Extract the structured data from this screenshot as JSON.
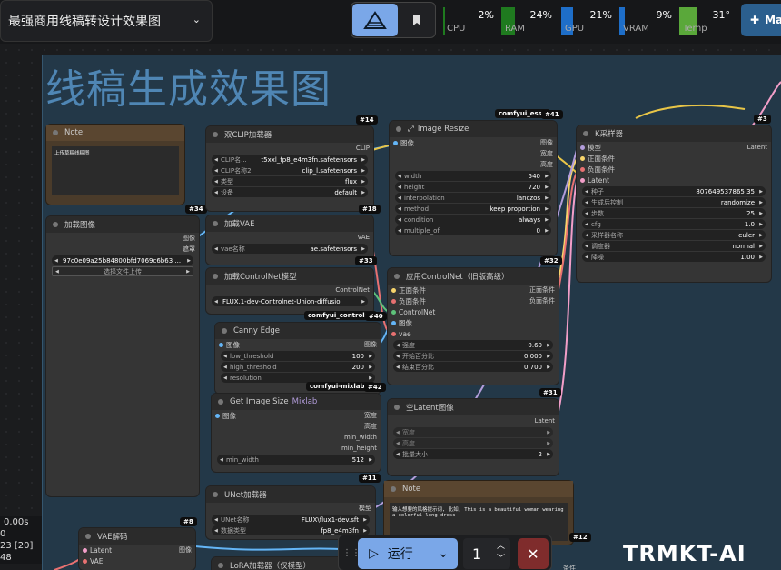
{
  "workflow": {
    "title": "最强商用线稿转设计效果图"
  },
  "monitor": [
    {
      "label": "CPU",
      "pct": "2%",
      "color": "#1f7a1f"
    },
    {
      "label": "RAM",
      "pct": "24%",
      "color": "#1f7a1f"
    },
    {
      "label": "GPU",
      "pct": "21%",
      "color": "#1e6ec8"
    },
    {
      "label": "VRAM",
      "pct": "9%",
      "color": "#1e6ec8"
    },
    {
      "label": "Temp",
      "pct": "31°",
      "color": "#5aa83a"
    }
  ],
  "monitor_levels": {
    "CPU": 0.02,
    "RAM": 0.24,
    "GPU": 0.21,
    "VRAM": 0.09,
    "Temp": 0.31
  },
  "manager_label": "Ma",
  "group_title": "线稿生成效果图",
  "nodes": {
    "note1": {
      "title": "Note",
      "text": "上传草稿线稿图",
      "badge": "#34"
    },
    "dualclip": {
      "title": "双CLIP加载器",
      "badge": "#14",
      "out": "CLIP",
      "w": [
        {
          "l": "CLIP名...",
          "v": "t5xxl_fp8_e4m3fn.safetensors"
        },
        {
          "l": "CLIP名称2",
          "v": "clip_l.safetensors"
        },
        {
          "l": "类型",
          "v": "flux"
        },
        {
          "l": "设备",
          "v": "default"
        }
      ]
    },
    "resize": {
      "title": "Image Resize",
      "tag": "comfyui_esse",
      "badge": "#41",
      "in": "图像",
      "outs": [
        "图像",
        "宽度",
        "高度"
      ],
      "w": [
        {
          "l": "width",
          "v": "540"
        },
        {
          "l": "height",
          "v": "720"
        },
        {
          "l": "interpolation",
          "v": "lanczos"
        },
        {
          "l": "method",
          "v": "keep proportion"
        },
        {
          "l": "condition",
          "v": "always"
        },
        {
          "l": "multiple_of",
          "v": "0"
        }
      ],
      "badge2": "#32"
    },
    "ksampler": {
      "title": "K采样器",
      "badge": "#3",
      "ins": [
        "模型",
        "正面条件",
        "负面条件",
        "Latent"
      ],
      "out": "Latent",
      "w": [
        {
          "l": "种子",
          "v": "807649537865 35"
        },
        {
          "l": "生成后控制",
          "v": "randomize"
        },
        {
          "l": "步数",
          "v": "25"
        },
        {
          "l": "cfg",
          "v": "1.0"
        },
        {
          "l": "采样器名称",
          "v": "euler"
        },
        {
          "l": "调度器",
          "v": "normal"
        },
        {
          "l": "降噪",
          "v": "1.00"
        }
      ]
    },
    "loadimg": {
      "title": "加载图像",
      "outs": [
        "图像",
        "遮罩"
      ],
      "file": "97c0e09a25b84800bfd7069c6b63 ...",
      "upload": "选择文件上传"
    },
    "vae": {
      "title": "加载VAE",
      "badge": "#18",
      "out": "VAE",
      "w": [
        {
          "l": "vae名称",
          "v": "ae.safetensors"
        }
      ],
      "badge2": "#33"
    },
    "cnload": {
      "title": "加载ControlNet模型",
      "out": "ControlNet",
      "w": [
        {
          "l": "",
          "v": "FLUX.1-dev-Controlnet-Union-diffusio"
        }
      ],
      "tag": "comfyui_controlne",
      "badge": "#40"
    },
    "cnapply": {
      "title": "应用ControlNet（旧版高级）",
      "ins": [
        "正面条件",
        "负面条件",
        "ControlNet",
        "图像",
        "vae"
      ],
      "outs": [
        "正面条件",
        "负面条件"
      ],
      "w": [
        {
          "l": "强度",
          "v": "0.60"
        },
        {
          "l": "开始百分比",
          "v": "0.000"
        },
        {
          "l": "结束百分比",
          "v": "0.700"
        }
      ],
      "badge": "#31"
    },
    "canny": {
      "title": "Canny Edge",
      "in": "图像",
      "out": "图像",
      "w": [
        {
          "l": "low_threshold",
          "v": "100"
        },
        {
          "l": "high_threshold",
          "v": "200"
        },
        {
          "l": "resolution",
          "v": ""
        }
      ],
      "tag": "comfyui-mixlab-n",
      "badge": "#42"
    },
    "getsize": {
      "title": "Get Image Size",
      "tag": "Mixlab",
      "in": "图像",
      "outs": [
        "宽度",
        "高度",
        "min_width",
        "min_height"
      ],
      "w": [
        {
          "l": "min_width",
          "v": "512"
        }
      ],
      "badge": "#11"
    },
    "latent": {
      "title": "空Latent图像",
      "out": "Latent",
      "w": [
        {
          "l": "宽度",
          "v": ""
        },
        {
          "l": "高度",
          "v": ""
        },
        {
          "l": "批量大小",
          "v": "2"
        }
      ]
    },
    "unet": {
      "title": "UNet加载器",
      "out": "模型",
      "w": [
        {
          "l": "UNet名称",
          "v": "FLUX\\flux1-dev.sft"
        },
        {
          "l": "数据类型",
          "v": "fp8_e4m3fn"
        }
      ]
    },
    "note2": {
      "title": "Note",
      "text": "输入想要的风格提示词, 比如, This is a beautiful woman wearing a colorful long dress",
      "badge": "#12"
    },
    "vaedecode": {
      "title": "VAE解码",
      "badge": "#8",
      "ins": [
        "Latent",
        "VAE"
      ],
      "out": "图像"
    },
    "lora": {
      "title": "LoRA加载器（仅模型）"
    },
    "misc": {
      "tail": "条件"
    }
  },
  "stats": [
    "0.00s",
    "0",
    "23 [20]",
    "48",
    "..."
  ],
  "run": {
    "label": "运行",
    "count": "1"
  },
  "watermark": "TRMKT-AI"
}
